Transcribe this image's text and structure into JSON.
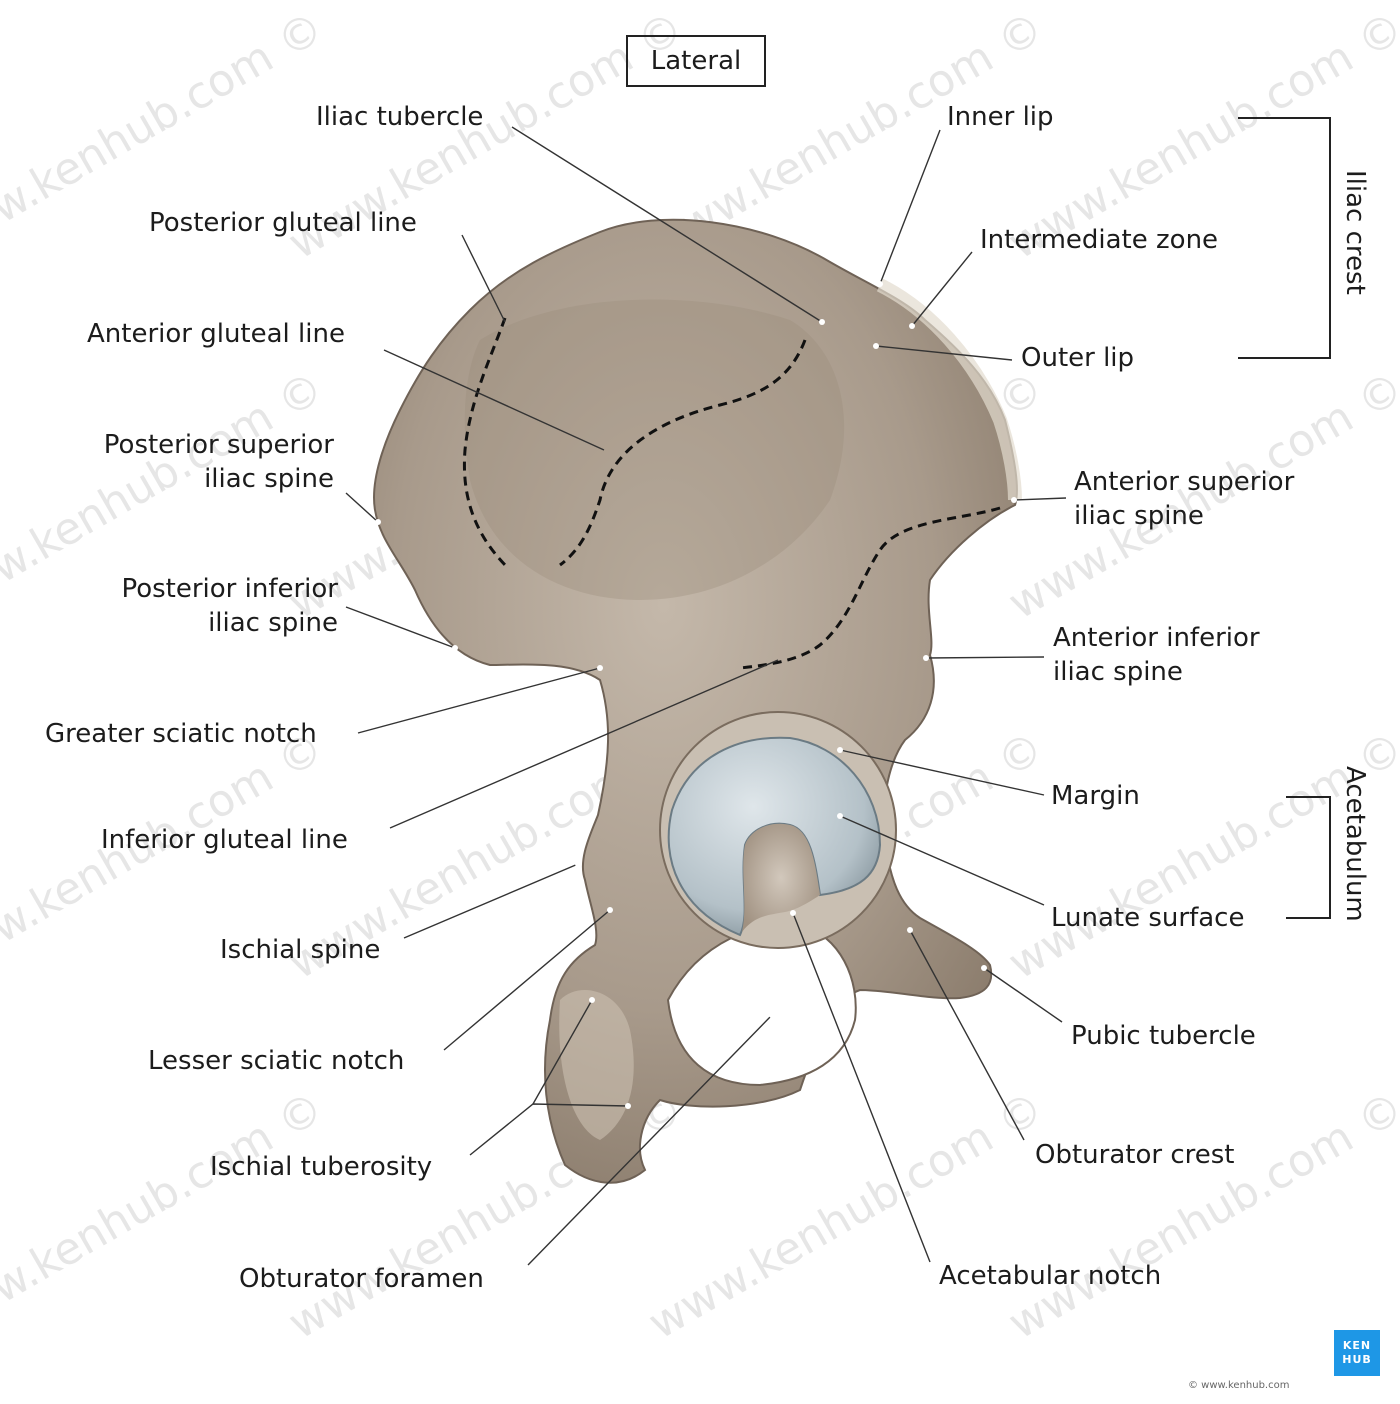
{
  "title": "Lateral",
  "brackets": {
    "iliac_crest": "Iliac crest",
    "acetabulum": "Acetabulum"
  },
  "labels": {
    "iliac_tubercle": "Iliac tubercle",
    "posterior_gluteal_line": "Posterior gluteal line",
    "anterior_gluteal_line": "Anterior gluteal line",
    "posterior_superior_iliac_spine_1": "Posterior superior",
    "posterior_superior_iliac_spine_2": "iliac spine",
    "posterior_inferior_iliac_spine_1": "Posterior inferior",
    "posterior_inferior_iliac_spine_2": "iliac spine",
    "greater_sciatic_notch": "Greater sciatic notch",
    "inferior_gluteal_line": "Inferior gluteal line",
    "ischial_spine": "Ischial spine",
    "lesser_sciatic_notch": "Lesser sciatic notch",
    "ischial_tuberosity": "Ischial tuberosity",
    "obturator_foramen": "Obturator foramen",
    "inner_lip": "Inner lip",
    "intermediate_zone": "Intermediate zone",
    "outer_lip": "Outer lip",
    "anterior_superior_iliac_spine_1": "Anterior superior",
    "anterior_superior_iliac_spine_2": "iliac spine",
    "anterior_inferior_iliac_spine_1": "Anterior inferior",
    "anterior_inferior_iliac_spine_2": "iliac spine",
    "margin": "Margin",
    "lunate_surface": "Lunate surface",
    "pubic_tubercle": "Pubic tubercle",
    "obturator_crest": "Obturator crest",
    "acetabular_notch": "Acetabular notch"
  },
  "branding": {
    "logo_line1": "KEN",
    "logo_line2": "HUB",
    "copyright": "© www.kenhub.com",
    "watermark": "www.kenhub.com ©"
  },
  "colors": {
    "bone": "#a89a8b",
    "bone_light": "#d9d0c4",
    "bone_dark": "#6f6256",
    "cartilage": "#b7c4cb",
    "brand": "#1e97e6"
  }
}
